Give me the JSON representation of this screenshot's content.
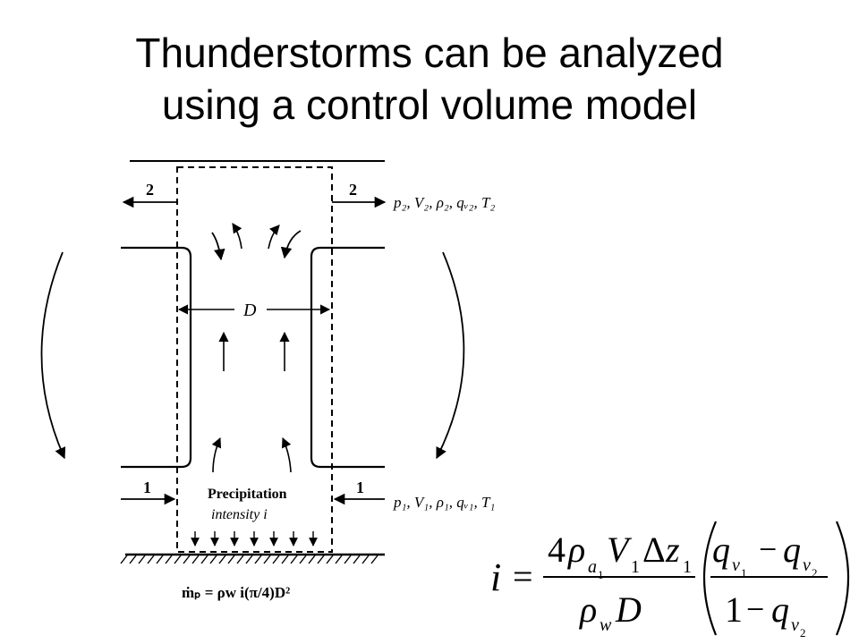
{
  "slide": {
    "title_line1": "Thunderstorms can be analyzed",
    "title_line2": "using a control volume model"
  },
  "diagram": {
    "outflow_label": "2",
    "inflow_label": "1",
    "diameter_label": "D",
    "precip_line1": "Precipitation",
    "precip_line2": "intensity",
    "precip_symbol": "i",
    "outflow_vars": "p₂, V₂, ρ₂, qᵥ₂, T₂",
    "inflow_vars": "p₁, V₁, ρ₁, qᵥ₁, T₁",
    "mass_flux": "ṁₚ = ρw i(π/4)D²"
  },
  "equation": {
    "lhs": "i",
    "equals": "=",
    "num_coef": "4",
    "rho": "ρ",
    "sub_a": "a",
    "sub_1": "1",
    "V": "V",
    "delta": "Δ",
    "z": "z",
    "sub_w": "w",
    "D": "D",
    "q": "q",
    "sub_v": "v",
    "sub_2": "2",
    "minus": "−",
    "one": "1"
  }
}
